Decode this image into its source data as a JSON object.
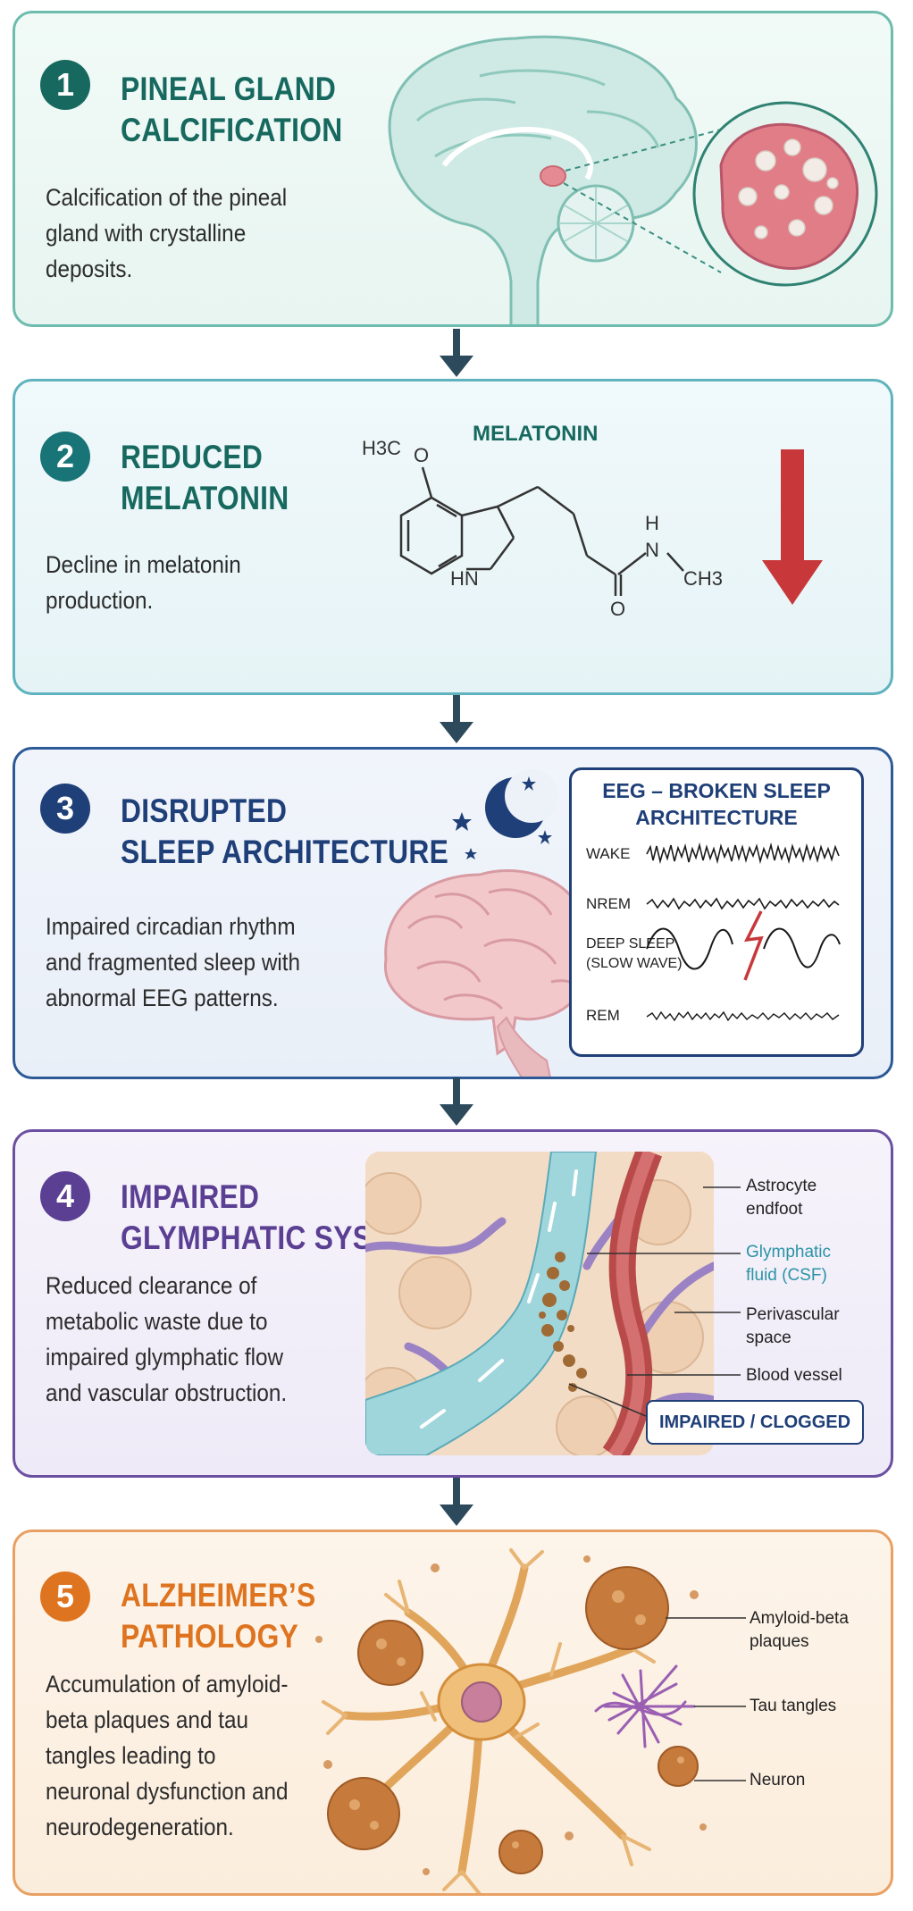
{
  "steps": [
    {
      "number": "1",
      "title_line1": "PINEAL GLAND",
      "title_line2": "CALCIFICATION",
      "description": "Calcification of the pineal gland with crystalline deposits."
    },
    {
      "number": "2",
      "title_line1": "REDUCED",
      "title_line2": "MELATONIN",
      "description": "Decline in melatonin production.",
      "molecule": {
        "name": "MELATONIN",
        "methyl_group": "H3C",
        "methoxy_o": "O",
        "ring_nh": "HN",
        "amide_h": "H",
        "amide_n": "N",
        "amide_o": "O",
        "n_methyl": "CH3"
      }
    },
    {
      "number": "3",
      "title_line1": "DISRUPTED",
      "title_line2": "SLEEP ARCHITECTURE",
      "description": "Impaired circadian rhythm and fragmented sleep with abnormal EEG patterns.",
      "eeg": {
        "title_line1": "EEG – BROKEN SLEEP",
        "title_line2": "ARCHITECTURE",
        "stages": [
          "WAKE",
          "NREM",
          "DEEP SLEEP",
          "(SLOW WAVE)",
          "REM"
        ]
      }
    },
    {
      "number": "4",
      "title_line1": "IMPAIRED",
      "title_line2": "GLYMPHATIC SYSTEM",
      "description": "Reduced clearance of metabolic waste due to impaired glymphatic flow and vascular obstruction.",
      "labels": {
        "astrocyte_1": "Astrocyte",
        "astrocyte_2": "endfoot",
        "glymphatic_1": "Glymphatic",
        "glymphatic_2": "fluid (CSF)",
        "perivascular_1": "Perivascular",
        "perivascular_2": "space",
        "vessel": "Blood vessel",
        "status": "IMPAIRED / CLOGGED"
      }
    },
    {
      "number": "5",
      "title_line1": "ALZHEIMER’S",
      "title_line2": "PATHOLOGY",
      "description": "Accumulation of amyloid-beta plaques and tau tangles leading to neuronal dysfunction and neurodegeneration.",
      "labels": {
        "amyloid_1": "Amyloid-beta",
        "amyloid_2": "plaques",
        "tau": "Tau tangles",
        "neuron": "Neuron"
      }
    }
  ],
  "colors": {
    "teal": "#17695f",
    "teal_border": "#5fb3a4",
    "blue": "#1f3f78",
    "purple": "#5a3f93",
    "orange": "#de7420",
    "arrow": "#2c4a5c",
    "red_arrow": "#c8383a"
  }
}
